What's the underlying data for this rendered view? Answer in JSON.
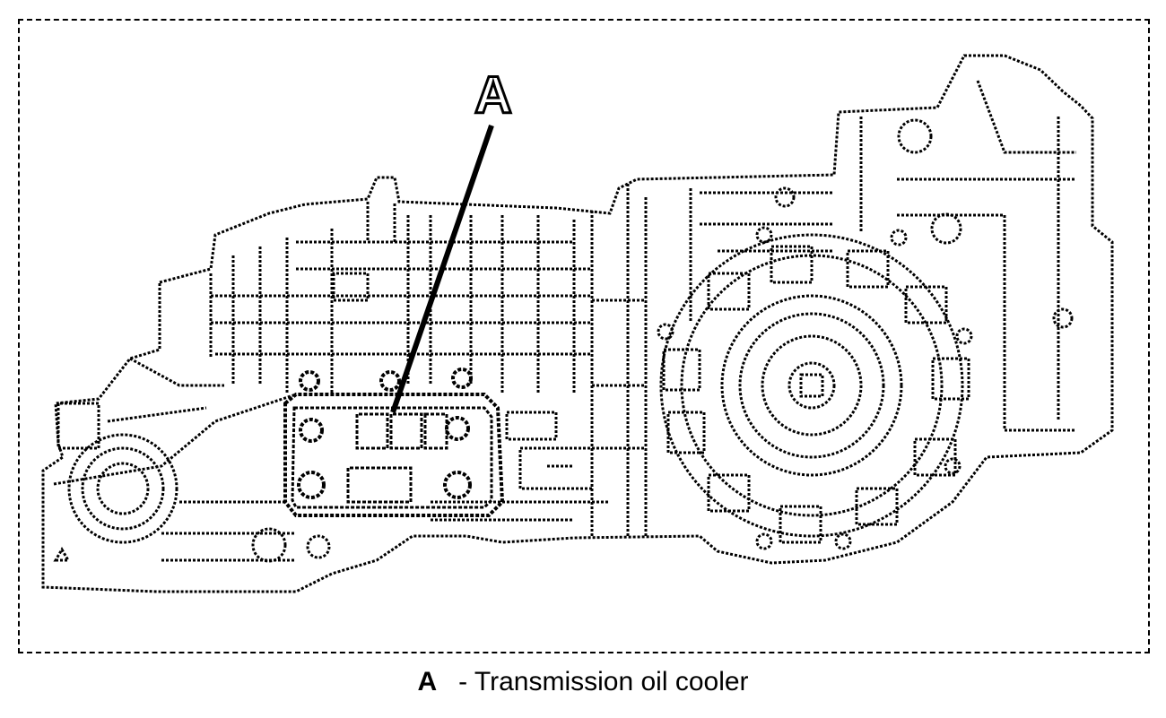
{
  "callout": {
    "letter": "A"
  },
  "legend": {
    "key": "A",
    "text": "- Transmission oil cooler"
  }
}
